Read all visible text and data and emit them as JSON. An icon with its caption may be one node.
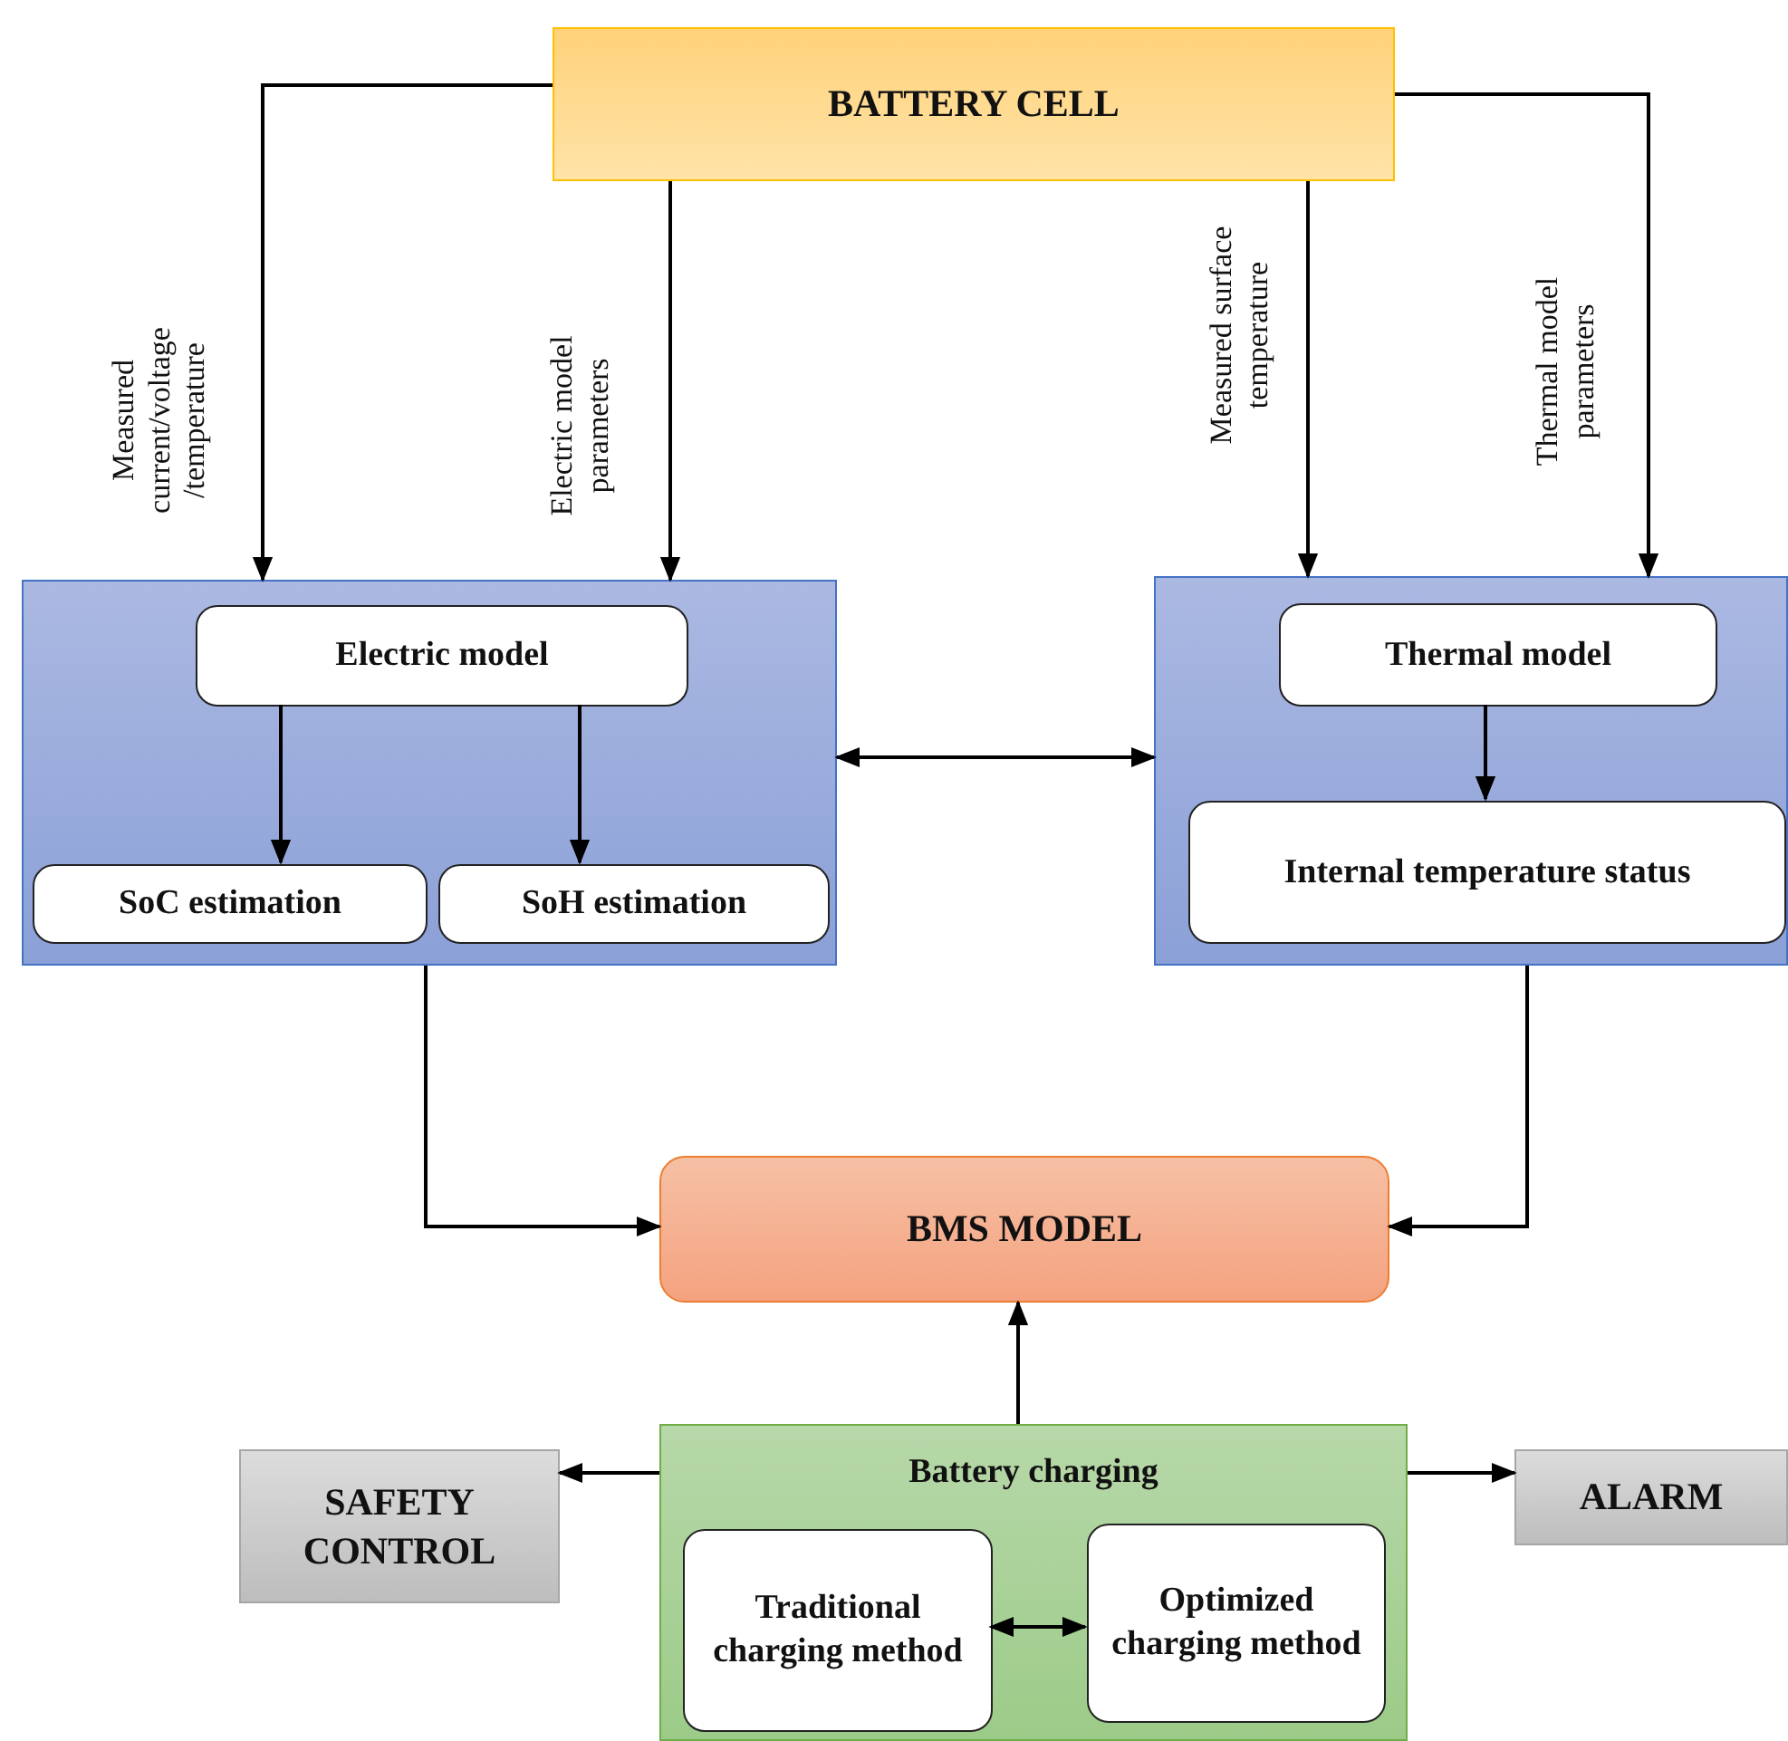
{
  "diagram": {
    "nodes": [
      {
        "text": [
          "BATTERY CELL"
        ]
      },
      {
        "text": [],
        "shape": "box"
      },
      {
        "text": [
          "Electric model"
        ],
        "in": 1
      },
      {
        "text": [
          "SoC estimation"
        ],
        "in": 1
      },
      {
        "text": [
          "SoH estimation"
        ],
        "in": 1
      },
      {
        "text": [],
        "shape": "box"
      },
      {
        "text": [
          "Thermal model"
        ],
        "in": 5
      },
      {
        "text": [
          "Internal temperature status"
        ],
        "in": 5
      },
      {
        "text": [
          "BMS MODEL"
        ]
      },
      {
        "text": [
          "Battery charging"
        ]
      },
      {
        "text": [
          "Traditional charging method"
        ],
        "in": 9
      },
      {
        "text": [
          "Optimized charging method"
        ],
        "in": 9
      },
      {
        "text": [
          "SAFETY CONTROL"
        ]
      },
      {
        "text": [
          "ALARM"
        ]
      }
    ],
    "edges": [
      {
        "from": 0,
        "to": 1,
        "arrow": "to",
        "label": "Measured current/voltage /temperature"
      },
      {
        "from": 0,
        "to": 1,
        "arrow": "to",
        "label": "Electric model parameters"
      },
      {
        "from": 0,
        "to": 5,
        "arrow": "to",
        "label": "Measured surface temperature"
      },
      {
        "from": 0,
        "to": 5,
        "arrow": "to",
        "label": "Thermal model parameters"
      },
      {
        "from": 2,
        "to": 3,
        "arrow": "to"
      },
      {
        "from": 2,
        "to": 4,
        "arrow": "to"
      },
      {
        "from": 6,
        "to": 7,
        "arrow": "to"
      },
      {
        "from": 1,
        "to": 5,
        "arrow": "both"
      },
      {
        "from": 1,
        "to": 8,
        "arrow": "to"
      },
      {
        "from": 5,
        "to": 8,
        "arrow": "to"
      },
      {
        "from": 9,
        "to": 8,
        "arrow": "to"
      },
      {
        "from": 9,
        "to": 12,
        "arrow": "to"
      },
      {
        "from": 9,
        "to": 13,
        "arrow": "to"
      },
      {
        "from": 10,
        "to": 11,
        "arrow": "both"
      }
    ]
  }
}
